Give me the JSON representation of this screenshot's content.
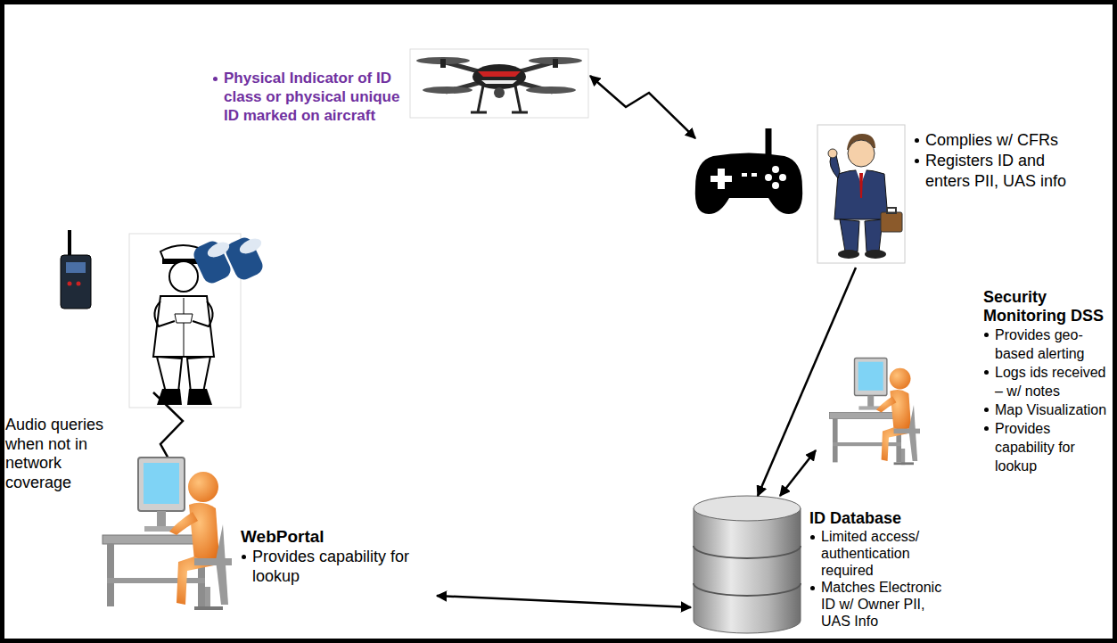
{
  "diagram": {
    "nodes": [
      {
        "text": [
          "Physical Indicator of ID class or physical unique ID marked on aircraft"
        ]
      },
      {
        "text": [
          "Complies w/ CFRs",
          "Registers ID and enters PII, UAS info"
        ]
      },
      {
        "text": [
          "Security Monitoring DSS",
          "Provides geo-based alerting",
          "Logs ids received – w/ notes",
          "Map Visualization",
          "Provides capability for lookup"
        ]
      },
      {
        "text": [
          "ID Database",
          "Limited access/ authentication required",
          "Matches Electronic ID w/ Owner PII, UAS Info"
        ]
      },
      {
        "text": [
          "WebPortal",
          "Provides capability for lookup"
        ]
      }
    ],
    "edges": [
      {
        "from": 0,
        "to": 1,
        "arrow": "both"
      },
      {
        "from": 1,
        "to": 3,
        "arrow": "to"
      },
      {
        "from": 2,
        "to": 3,
        "arrow": "both"
      },
      {
        "from": 4,
        "to": 3,
        "arrow": "both"
      }
    ],
    "labels": [
      "Audio queries when not in network coverage"
    ]
  }
}
